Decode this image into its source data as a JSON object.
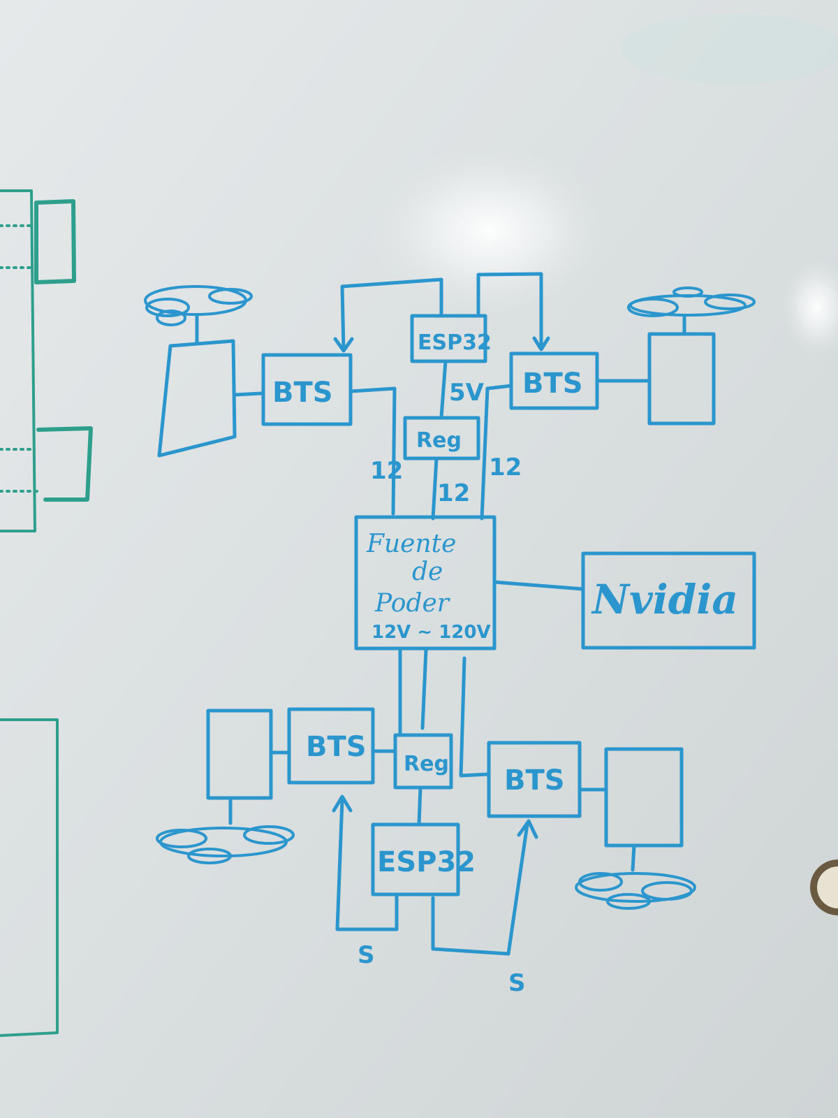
{
  "diagram": {
    "blocks": {
      "esp32_top": "ESP32",
      "esp32_bottom": "ESP32",
      "bts_top_left": "BTS",
      "bts_top_right": "BTS",
      "bts_bottom_left": "BTS",
      "bts_bottom_right": "BTS",
      "reg_top": "Reg",
      "reg_bottom": "Reg",
      "power_source_line1": "Fuente",
      "power_source_line2": "de",
      "power_source_line3": "Poder",
      "power_source_range": "12V ~ 120V",
      "nvidia": "Nvidia"
    },
    "connection_labels": {
      "esp_to_reg_top": "5V",
      "left_bus": "12",
      "center_bus": "12",
      "right_bus": "12",
      "signal_bottom_left": "S",
      "signal_bottom_right": "S"
    },
    "colors": {
      "ink": "#2a96cd",
      "ink_secondary": "#2e9f8d",
      "board": "#dfe3e4"
    }
  }
}
